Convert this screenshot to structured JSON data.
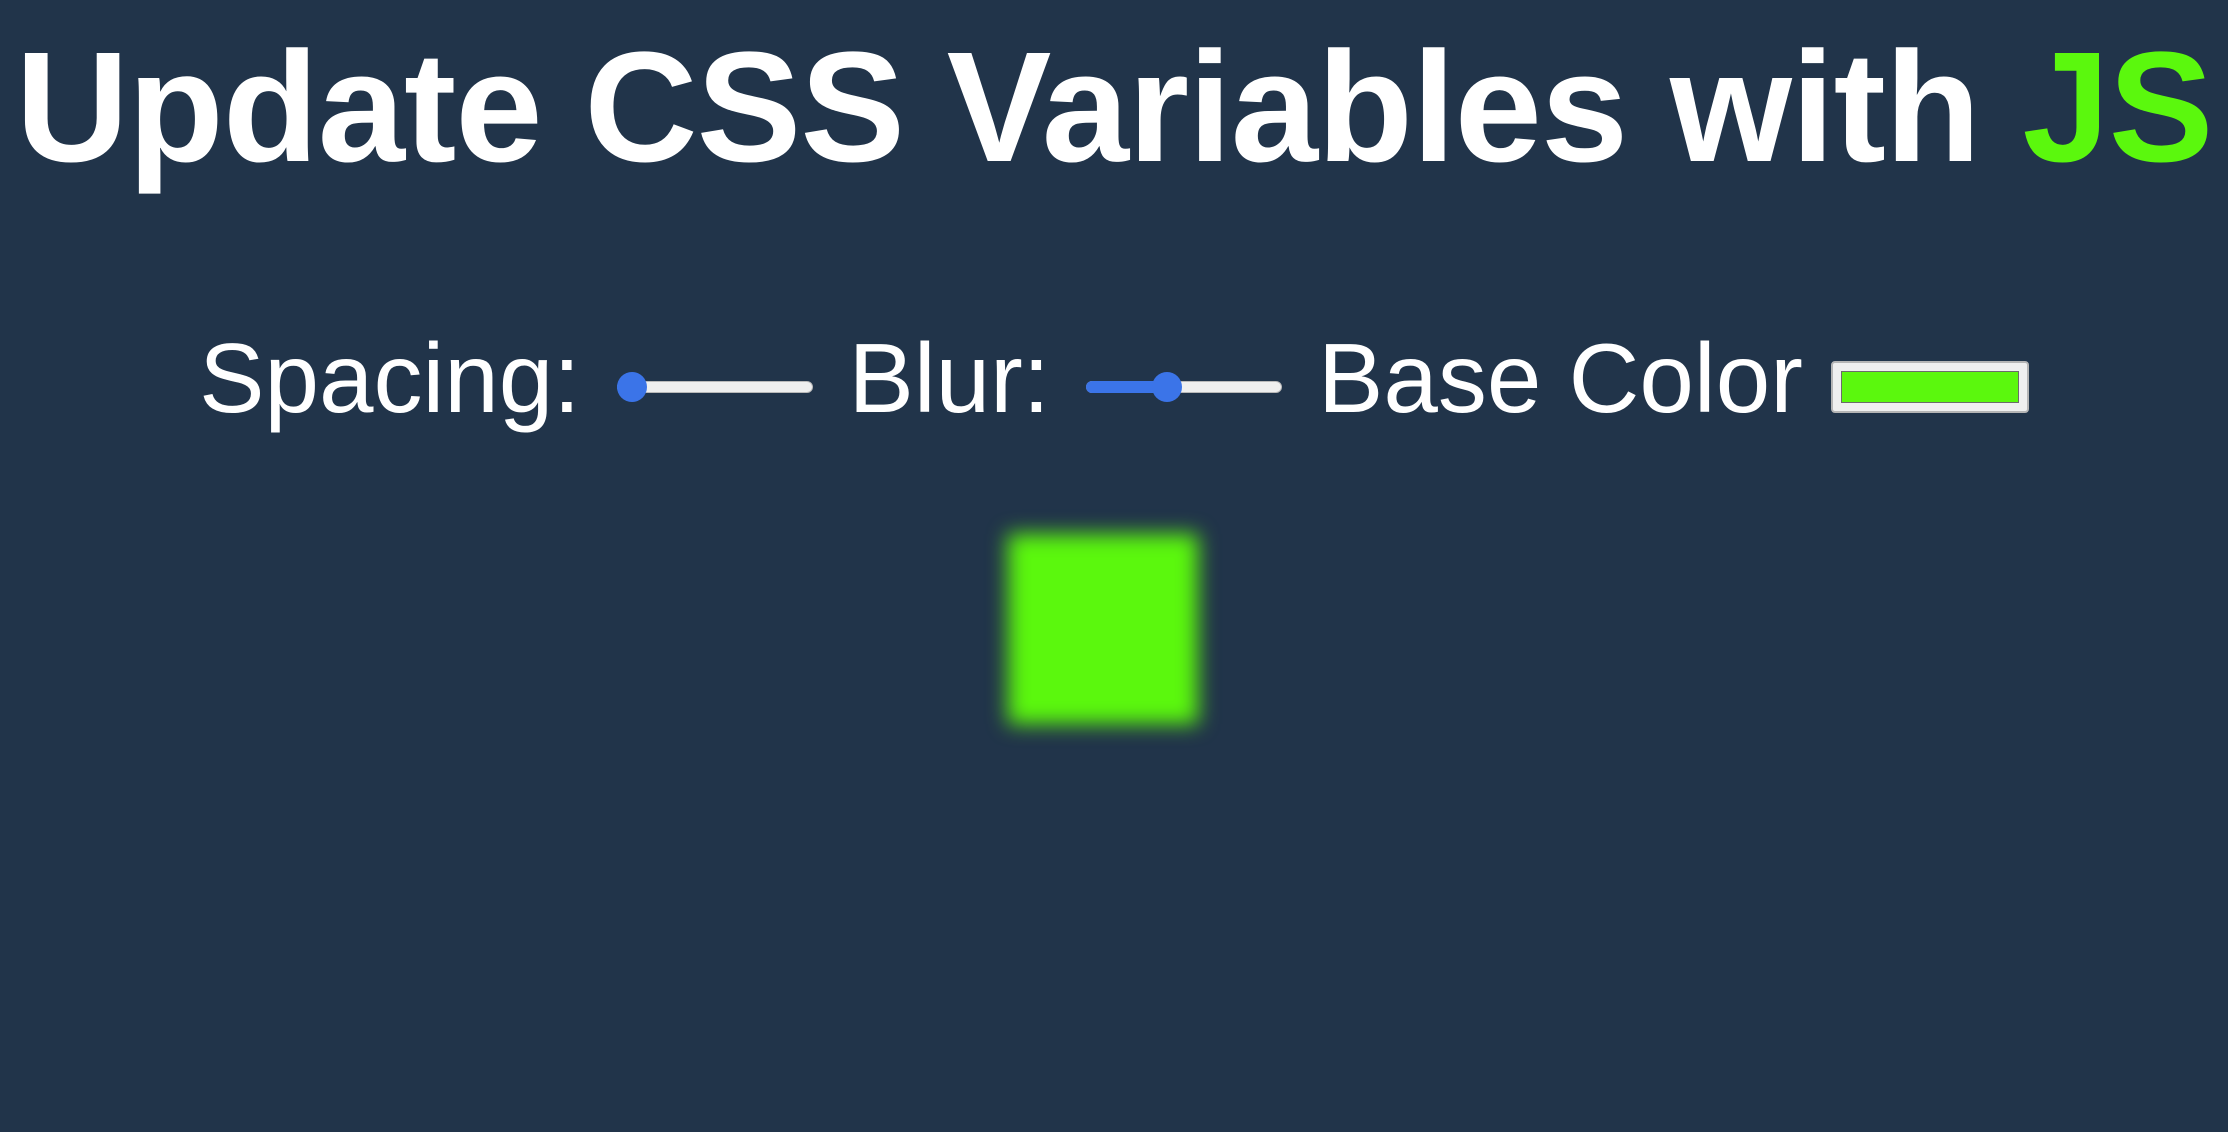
{
  "title": {
    "prefix": "Update CSS Variables with ",
    "highlight": "JS"
  },
  "controls": {
    "spacing": {
      "label": "Spacing:",
      "value": 10,
      "min": 10,
      "max": 200
    },
    "blur": {
      "label": "Blur:",
      "value": 10,
      "min": 0,
      "max": 25
    },
    "base_color": {
      "label": "Base Color",
      "value": "#5bf80d"
    }
  },
  "colors": {
    "background": "#21344a",
    "accent": "#5bf80d",
    "slider_accent": "#3b74e8",
    "text": "#ffffff"
  }
}
